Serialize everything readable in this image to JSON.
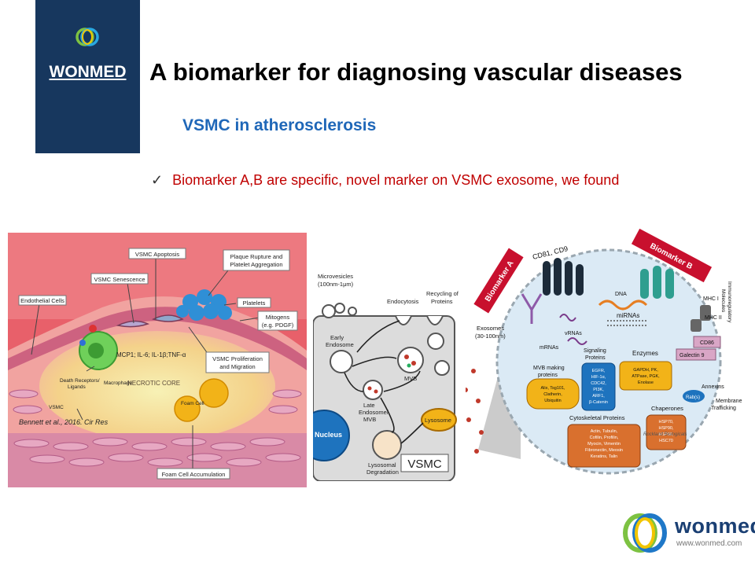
{
  "brand": {
    "name": "WONMED"
  },
  "header": {
    "title": "A biomarker for diagnosing vascular diseases",
    "subtitle": "VSMC in atherosclerosis"
  },
  "bullet": {
    "check": "✓",
    "text": "Biomarker A,B are specific, novel marker on VSMC exosome, we found"
  },
  "left_figure": {
    "labels": {
      "apoptosis": "VSMC Apoptosis",
      "plaque1": "Plaque Rupture and",
      "plaque2": "Platelet Aggregation",
      "senescence": "VSMC Senescence",
      "endothelial": "Endothelial Cells",
      "platelets": "Platelets",
      "mitogens1": "Mitogens",
      "mitogens2": "(e.g. PDGF)",
      "cytokines": "MCP1; IL-6; IL-1β;TNF-α",
      "prolif1": "VSMC Proliferation",
      "prolif2": "and Migration",
      "death1": "Death Receptors/",
      "death2": "Ligands",
      "macrophage": "Macrophage",
      "necrotic": "NECROTIC CORE",
      "foam": "Foam Cell",
      "vsmc": "VSMC",
      "foam_acc": "Foam Cell Accumulation"
    },
    "citation": "Bennett et al., 2016. Cir Res"
  },
  "middle_figure": {
    "labels": {
      "microvesicles1": "Microvesicles",
      "microvesicles2": "(100nm-1μm)",
      "endocytosis": "Endocytosis",
      "recycling1": "Recycling of",
      "recycling2": "Proteins",
      "early1": "Early",
      "early2": "Endosome",
      "mvb": "MVB",
      "late1": "Late",
      "late2": "Endosome/",
      "late3": "MVB",
      "nucleus": "Nucleus",
      "lysosome": "Lysosome",
      "lysdeg1": "Lysosomal",
      "lysdeg2": "Degradation",
      "vsmc": "VSMC"
    }
  },
  "right_figure": {
    "labels": {
      "biomarker_a": "Biomarker A",
      "biomarker_b": "Biomarker B",
      "cd81": "CD81, CD9",
      "exosomes1": "Exosomes",
      "exosomes2": "(30-100nm)",
      "vrnas": "vRNAs",
      "dna": "DNA",
      "mirnas": "miRNAs",
      "mrnas": "mRNAs",
      "mvb_proteins1": "MVB making",
      "mvb_proteins2": "proteins",
      "mvb_list1": "Alix, Tsg101,",
      "mvb_list2": "Clatherin,",
      "mvb_list3": "Ubiquitin",
      "signaling1": "Signaling",
      "signaling2": "Proteins",
      "sig_list1": "EGFR,",
      "sig_list2": "HIF-1α,",
      "sig_list3": "CDC42,",
      "sig_list4": "PI3K,",
      "sig_list5": "ARF1,",
      "sig_list6": "β-Catenin",
      "enzymes": "Enzymes",
      "enz_list1": "GAPDH, PK,",
      "enz_list2": "ATPase, PGK,",
      "enz_list3": "Enolase",
      "chaperones": "Chaperones",
      "chap_list1": "HSP70,",
      "chap_list2": "HSP90,",
      "chap_list3": "HSP60,",
      "chap_list4": "HSC70",
      "cyto": "Cytoskeletal Proteins",
      "cyto_list1": "Actin, Tubulin,",
      "cyto_list2": "Cofilin, Profilin,",
      "cyto_list3": "Myocin, Vimentin",
      "cyto_list4": "Fibronectin, Meosin",
      "cyto_list5": "Keratins, Talin",
      "mhc1": "MHC I",
      "mhc2": "MHC II",
      "immuno1": "Immunoregulatory",
      "immuno2": "Molecules",
      "cd86": "CD86",
      "galectin": "Galectin 9",
      "annexins": "Annexins",
      "rab": "Rab(s)",
      "membrane1": "Membrane",
      "membrane2": "Trafficking",
      "credit": "Rockland Biologicals"
    }
  },
  "footer": {
    "name": "wonmed",
    "url": "www.wonmed.com"
  },
  "colors": {
    "navy": "#17375e",
    "subtitle_blue": "#1f67b8",
    "bullet_red": "#c00000",
    "biomarker_red": "#c8102e"
  }
}
